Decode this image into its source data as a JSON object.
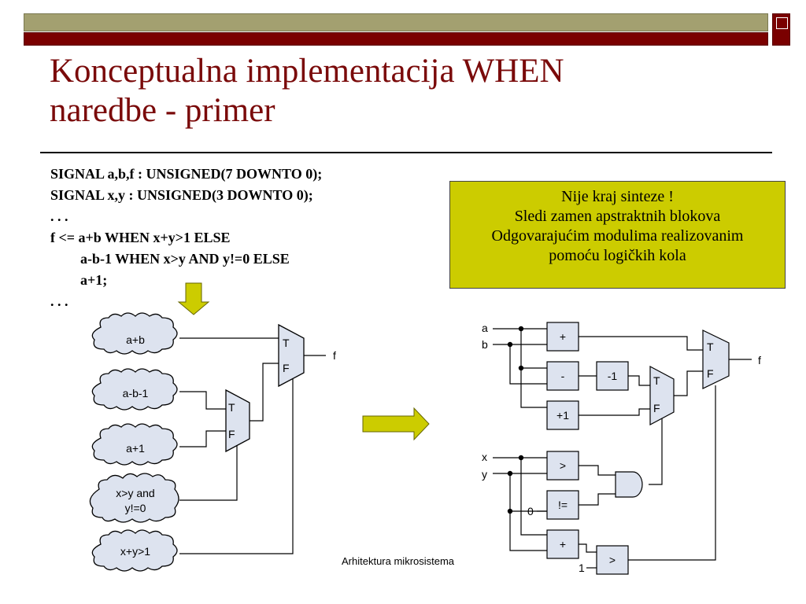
{
  "slide": {
    "title_line1": "Konceptualna implementacija WHEN",
    "title_line2": "naredbe - primer",
    "code_lines": [
      "SIGNAL a,b,f : UNSIGNED(7 DOWNTO 0);",
      "SIGNAL x,y : UNSIGNED(3 DOWNTO 0);",
      ". . .",
      "f <= a+b WHEN x+y>1 ELSE",
      "a-b-1 WHEN x>y AND y!=0 ELSE",
      "a+1;",
      ". . ."
    ],
    "note_lines": [
      "Nije kraj sinteze !",
      "Sledi zamen apstraktnih blokova",
      "Odgovarajućim modulima realizovanim",
      "pomoću logičkih kola"
    ],
    "footer": "Arhitektura mikrosistema"
  },
  "left_diagram": {
    "clouds": [
      "a+b",
      "a-b-1",
      "a+1",
      "x>y and",
      "y!=0",
      "x+y>1"
    ],
    "mux_true": "T",
    "mux_false": "F",
    "output": "f"
  },
  "right_diagram": {
    "inputs": {
      "a": "a",
      "b": "b",
      "x": "x",
      "y": "y"
    },
    "blocks": {
      "add": "+",
      "sub": "-",
      "minus_one": "-1",
      "plus_one": "+1",
      "gt": ">",
      "neq": "!=",
      "add_xy": "+",
      "gt_one": ">"
    },
    "constants": {
      "zero": "0",
      "one": "1"
    },
    "mux_true": "T",
    "mux_false": "F",
    "output": "f"
  },
  "colors": {
    "accent_olive": "#a3a070",
    "accent_red": "#7a0000",
    "note_bg": "#cccc00",
    "arrow_fill": "#cccc00",
    "block_fill": "#dde3ef"
  }
}
